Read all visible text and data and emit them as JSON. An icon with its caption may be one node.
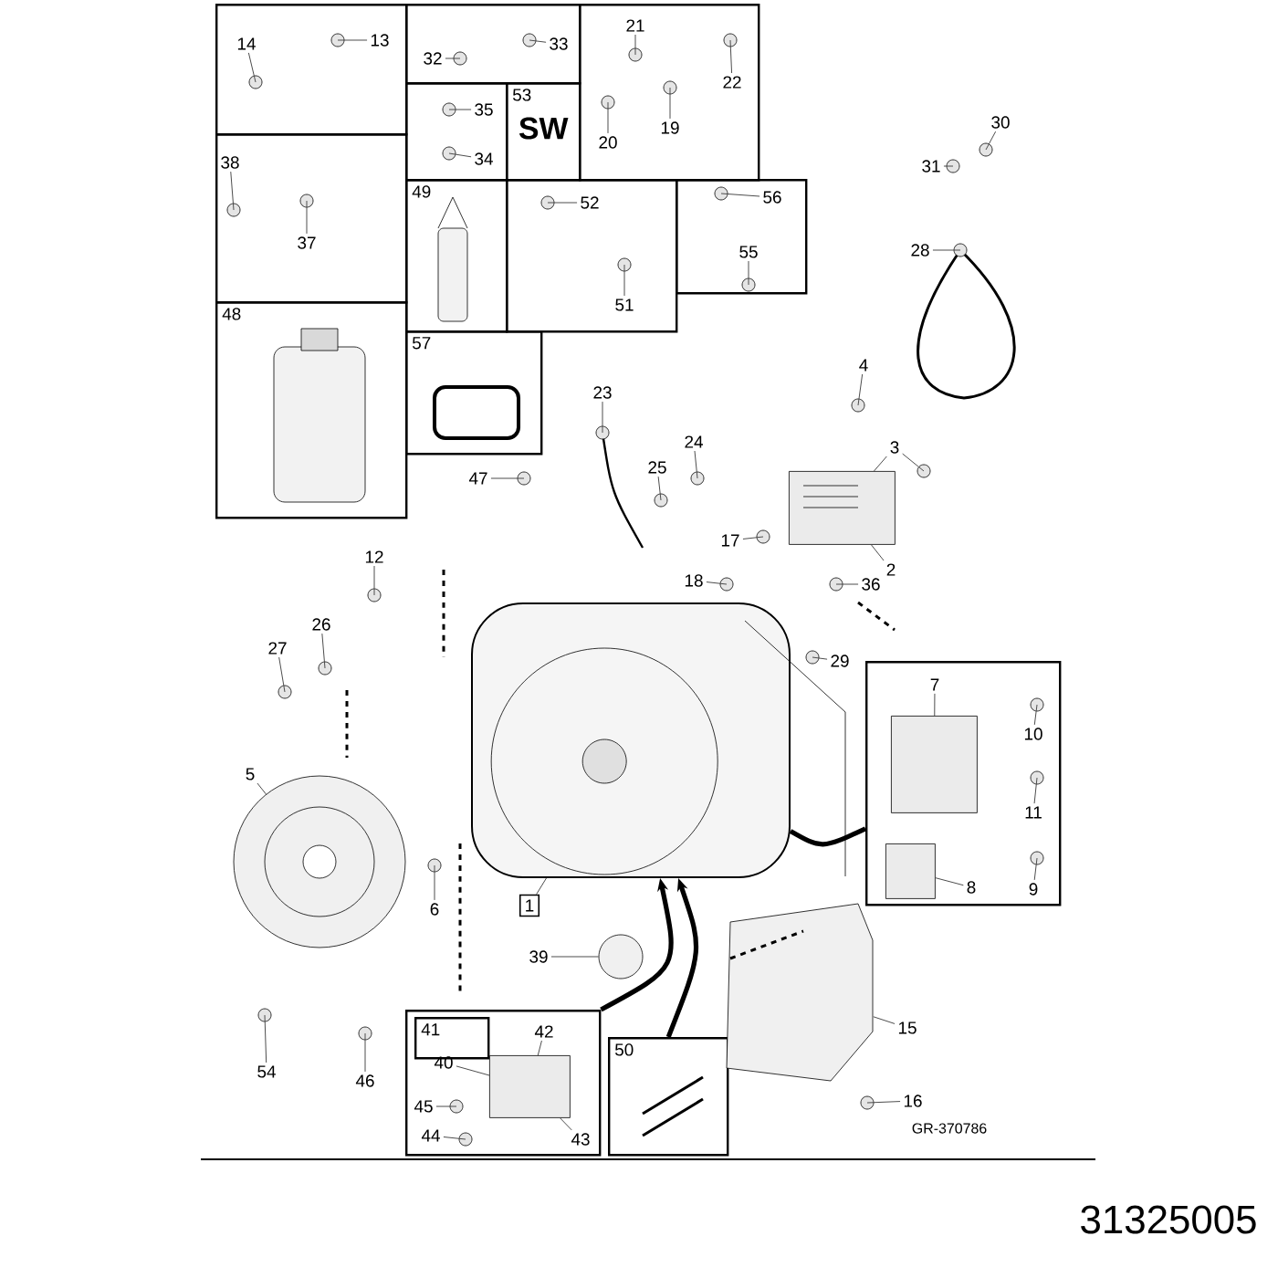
{
  "diagram": {
    "nodes": [
      {
        "text": [],
        "shape": "box"
      },
      {
        "text": [
          "14"
        ],
        "in": 0
      },
      {
        "text": [
          "13"
        ],
        "in": 0
      },
      {
        "text": [],
        "shape": "box"
      },
      {
        "text": [
          "32"
        ],
        "in": 3
      },
      {
        "text": [
          "33"
        ],
        "in": 3
      },
      {
        "text": [],
        "shape": "box"
      },
      {
        "text": [
          "21"
        ],
        "in": 6
      },
      {
        "text": [
          "22"
        ],
        "in": 6
      },
      {
        "text": [
          "19"
        ],
        "in": 6
      },
      {
        "text": [
          "20"
        ],
        "in": 6
      },
      {
        "text": [],
        "shape": "box"
      },
      {
        "text": [
          "35"
        ],
        "in": 11
      },
      {
        "text": [
          "34"
        ],
        "in": 11
      },
      {
        "text": [
          "53",
          "SW"
        ]
      },
      {
        "text": [],
        "shape": "box"
      },
      {
        "text": [
          "38"
        ],
        "in": 15
      },
      {
        "text": [
          "37"
        ],
        "in": 15
      },
      {
        "text": [
          "49"
        ]
      },
      {
        "text": [],
        "shape": "box"
      },
      {
        "text": [
          "52"
        ],
        "in": 19
      },
      {
        "text": [
          "51"
        ],
        "in": 19
      },
      {
        "text": [],
        "shape": "box"
      },
      {
        "text": [
          "56"
        ],
        "in": 22
      },
      {
        "text": [
          "55"
        ],
        "in": 22
      },
      {
        "text": [
          "30"
        ]
      },
      {
        "text": [
          "31"
        ]
      },
      {
        "text": [
          "28"
        ]
      },
      {
        "text": [
          "48"
        ]
      },
      {
        "text": [
          "57"
        ]
      },
      {
        "text": [
          "23"
        ]
      },
      {
        "text": [
          "4"
        ]
      },
      {
        "text": [
          "24"
        ]
      },
      {
        "text": [
          "25"
        ]
      },
      {
        "text": [
          "47"
        ]
      },
      {
        "text": [
          "3"
        ]
      },
      {
        "text": [
          "12"
        ]
      },
      {
        "text": [
          "17"
        ]
      },
      {
        "text": [
          "2"
        ]
      },
      {
        "text": [
          "18"
        ]
      },
      {
        "text": [
          "36"
        ]
      },
      {
        "text": [
          "26"
        ]
      },
      {
        "text": [
          "27"
        ]
      },
      {
        "text": [
          "29"
        ]
      },
      {
        "text": [],
        "shape": "box"
      },
      {
        "text": [
          "7"
        ],
        "in": 44
      },
      {
        "text": [
          "10"
        ],
        "in": 44
      },
      {
        "text": [
          "11"
        ],
        "in": 44
      },
      {
        "text": [
          "8"
        ],
        "in": 44
      },
      {
        "text": [
          "9"
        ],
        "in": 44
      },
      {
        "text": [
          "5"
        ]
      },
      {
        "text": [
          "6"
        ]
      },
      {
        "text": [
          "1"
        ]
      },
      {
        "text": [],
        "shape": "picture"
      },
      {
        "text": [
          "39"
        ]
      },
      {
        "text": [
          "15"
        ]
      },
      {
        "text": [
          "16"
        ]
      },
      {
        "text": [
          "54"
        ]
      },
      {
        "text": [
          "46"
        ]
      },
      {
        "text": [],
        "shape": "box"
      },
      {
        "text": [
          "41"
        ],
        "in": 59
      },
      {
        "text": [
          "42"
        ],
        "in": 59
      },
      {
        "text": [
          "40"
        ],
        "in": 59
      },
      {
        "text": [
          "45"
        ],
        "in": 59
      },
      {
        "text": [
          "44"
        ],
        "in": 59
      },
      {
        "text": [
          "43"
        ],
        "in": 59
      },
      {
        "text": [
          "50"
        ]
      },
      {
        "text": [],
        "shape": "picture"
      },
      {
        "text": [],
        "shape": "picture"
      },
      {
        "text": [],
        "shape": "circle"
      },
      {
        "text": [],
        "shape": "box"
      },
      {
        "text": [],
        "shape": "box",
        "in": 44
      },
      {
        "text": [],
        "shape": "box",
        "in": 44
      },
      {
        "text": [],
        "shape": "box",
        "in": 59
      }
    ],
    "edges": [
      {
        "from": 1,
        "to": null,
        "arrow": "none"
      },
      {
        "from": 2,
        "to": null,
        "arrow": "none"
      },
      {
        "from": 4,
        "to": null,
        "arrow": "none"
      },
      {
        "from": 5,
        "to": null,
        "arrow": "none"
      },
      {
        "from": 7,
        "to": null,
        "arrow": "none"
      },
      {
        "from": 8,
        "to": null,
        "arrow": "none"
      },
      {
        "from": 9,
        "to": null,
        "arrow": "none"
      },
      {
        "from": 10,
        "to": null,
        "arrow": "none"
      },
      {
        "from": 12,
        "to": null,
        "arrow": "none"
      },
      {
        "from": 13,
        "to": null,
        "arrow": "none"
      },
      {
        "from": 16,
        "to": null,
        "arrow": "none"
      },
      {
        "from": 17,
        "to": null,
        "arrow": "none"
      },
      {
        "from": 20,
        "to": null,
        "arrow": "none"
      },
      {
        "from": 21,
        "to": null,
        "arrow": "none"
      },
      {
        "from": 23,
        "to": null,
        "arrow": "none"
      },
      {
        "from": 24,
        "to": null,
        "arrow": "none"
      },
      {
        "from": 25,
        "to": null,
        "arrow": "none"
      },
      {
        "from": 26,
        "to": null,
        "arrow": "none"
      },
      {
        "from": 27,
        "to": null,
        "arrow": "none"
      },
      {
        "from": 30,
        "to": null,
        "arrow": "none"
      },
      {
        "from": 31,
        "to": null,
        "arrow": "none"
      },
      {
        "from": 32,
        "to": null,
        "arrow": "none"
      },
      {
        "from": 33,
        "to": null,
        "arrow": "none"
      },
      {
        "from": 34,
        "to": null,
        "arrow": "none"
      },
      {
        "from": 35,
        "to": 70,
        "arrow": "none"
      },
      {
        "from": 35,
        "to": null,
        "arrow": "none"
      },
      {
        "from": 36,
        "to": null,
        "arrow": "none"
      },
      {
        "from": 37,
        "to": null,
        "arrow": "none"
      },
      {
        "from": 38,
        "to": 70,
        "arrow": "none"
      },
      {
        "from": 39,
        "to": null,
        "arrow": "none"
      },
      {
        "from": 40,
        "to": null,
        "arrow": "none"
      },
      {
        "from": 41,
        "to": null,
        "arrow": "none"
      },
      {
        "from": 42,
        "to": null,
        "arrow": "none"
      },
      {
        "from": 43,
        "to": null,
        "arrow": "none"
      },
      {
        "from": 45,
        "to": 71,
        "arrow": "none"
      },
      {
        "from": 46,
        "to": null,
        "arrow": "none"
      },
      {
        "from": 47,
        "to": null,
        "arrow": "none"
      },
      {
        "from": 48,
        "to": 72,
        "arrow": "none"
      },
      {
        "from": 49,
        "to": null,
        "arrow": "none"
      },
      {
        "from": 50,
        "to": 67,
        "arrow": "none"
      },
      {
        "from": 51,
        "to": null,
        "arrow": "none"
      },
      {
        "from": 52,
        "to": 53,
        "arrow": "none"
      },
      {
        "from": 54,
        "to": 69,
        "arrow": "none"
      },
      {
        "from": 55,
        "to": 68,
        "arrow": "none"
      },
      {
        "from": 56,
        "to": null,
        "arrow": "none"
      },
      {
        "from": 57,
        "to": null,
        "arrow": "none"
      },
      {
        "from": 58,
        "to": null,
        "arrow": "none"
      },
      {
        "from": 61,
        "to": 73,
        "arrow": "none"
      },
      {
        "from": 62,
        "to": 73,
        "arrow": "none"
      },
      {
        "from": 63,
        "to": null,
        "arrow": "none"
      },
      {
        "from": 64,
        "to": null,
        "arrow": "none"
      },
      {
        "from": 65,
        "to": 73,
        "arrow": "none"
      },
      {
        "from": 59,
        "to": 53,
        "arrow": "to",
        "style": "thick"
      },
      {
        "from": 66,
        "to": 53,
        "arrow": "to",
        "style": "thick"
      },
      {
        "from": 44,
        "to": 53,
        "arrow": "none",
        "style": "thick"
      }
    ],
    "labels": [
      "GR-370786",
      "31325005"
    ]
  }
}
